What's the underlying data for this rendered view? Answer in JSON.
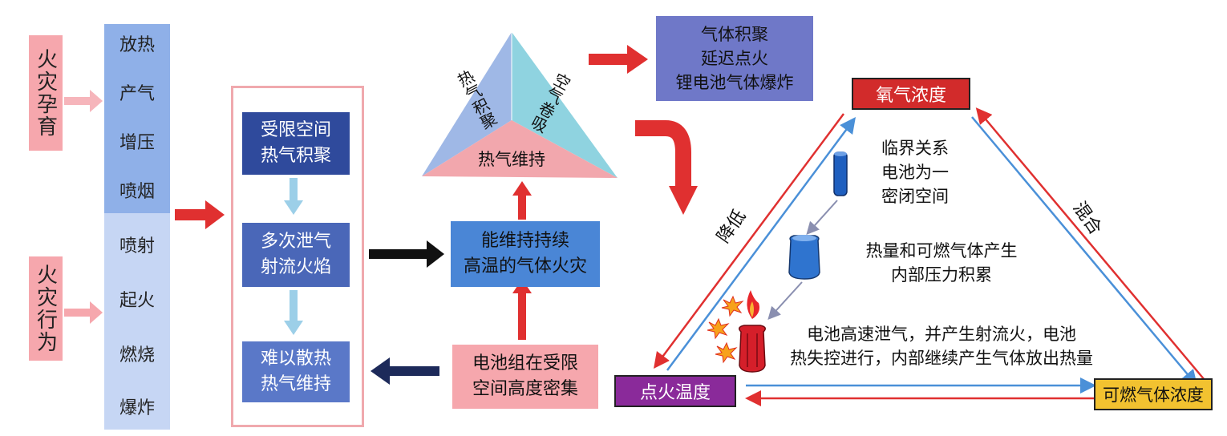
{
  "left": {
    "stage_pregnancy": "火灾孕育",
    "stage_behavior": "火灾行为",
    "pregnancy_items": [
      "放热",
      "产气",
      "增压",
      "喷烟"
    ],
    "behavior_items": [
      "喷射",
      "起火",
      "燃烧",
      "爆炸"
    ]
  },
  "middle": {
    "box_1": "受限空间\n热气积聚",
    "box_2": "多次泄气\n射流火焰",
    "box_3": "难以散热\n热气维持",
    "sustain": "能维持持续\n高温的气体火灾",
    "cluster": "电池组在受限\n空间高度密集"
  },
  "triangle": {
    "left_face": "热气积聚",
    "right_face": "空气卷吸",
    "bottom_face": "热气维持"
  },
  "top_result": "气体积聚\n延迟点火\n锂电池气体爆炸",
  "fire_triangle": {
    "oxygen": "氧气浓度",
    "ignition": "点火温度",
    "combustible": "可燃气体浓度",
    "edge_left": "降低",
    "edge_right": "混合",
    "critical": "临界关系\n电池为一\n密闭空间",
    "heat_gas": "热量和可燃气体产生\n内部压力积累",
    "venting": "电池高速泄气，并产生射流火，电池\n热失控进行，内部继续产生气体放出热量"
  },
  "colors": {
    "red_arrow": "#e03030",
    "blue_line": "#4a90d8",
    "box_blue": "#4a67b8",
    "dark_blue": "#2f4a9c",
    "light_blue": "#8fb0e8",
    "pink": "#f6a7ad",
    "oxygen_red": "#d22b2b",
    "ignition_purple": "#8a2a9a",
    "combustible_yellow": "#f2c230"
  }
}
